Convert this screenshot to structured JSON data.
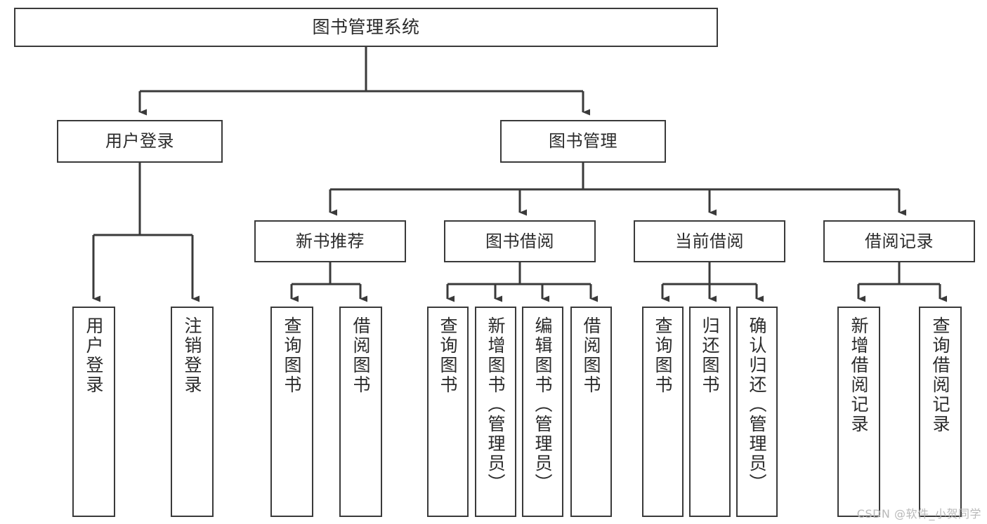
{
  "diagram": {
    "title": "图书管理系统",
    "type": "tree-hierarchy-flowchart",
    "root": {
      "id": "root",
      "label": "图书管理系统"
    },
    "level2": [
      {
        "id": "user-login",
        "label": "用户登录"
      },
      {
        "id": "book-manage",
        "label": "图书管理"
      }
    ],
    "level3": [
      {
        "id": "new-book-rec",
        "label": "新书推荐"
      },
      {
        "id": "book-borrow",
        "label": "图书借阅"
      },
      {
        "id": "current-borrow",
        "label": "当前借阅"
      },
      {
        "id": "borrow-record",
        "label": "借阅记录"
      }
    ],
    "leaves": {
      "user_login": [
        {
          "id": "leaf-user-login",
          "label": "用户登录"
        },
        {
          "id": "leaf-logout-login",
          "label": "注销登录"
        }
      ],
      "new_book_rec": [
        {
          "id": "leaf-query-book-1",
          "label": "查询图书"
        },
        {
          "id": "leaf-borrow-book-1",
          "label": "借阅图书"
        }
      ],
      "book_borrow": [
        {
          "id": "leaf-query-book-2",
          "label": "查询图书"
        },
        {
          "id": "leaf-add-book",
          "label": "新增图书（管理员）"
        },
        {
          "id": "leaf-edit-book",
          "label": "编辑图书（管理员）"
        },
        {
          "id": "leaf-borrow-book-2",
          "label": "借阅图书"
        }
      ],
      "current_borrow": [
        {
          "id": "leaf-query-book-3",
          "label": "查询图书"
        },
        {
          "id": "leaf-return-book",
          "label": "归还图书"
        },
        {
          "id": "leaf-confirm-return",
          "label": "确认归还（管理员）"
        }
      ],
      "borrow_record": [
        {
          "id": "leaf-add-record",
          "label": "新增借阅记录"
        },
        {
          "id": "leaf-query-record",
          "label": "查询借阅记录"
        }
      ]
    }
  },
  "watermark": {
    "text": "CSDN @软件_小贺同学"
  },
  "colors": {
    "border": "#3a3a3a",
    "text": "#2b2b2b",
    "background": "#ffffff",
    "edge": "#3a3a3a",
    "watermark": "#b9b9b9"
  }
}
